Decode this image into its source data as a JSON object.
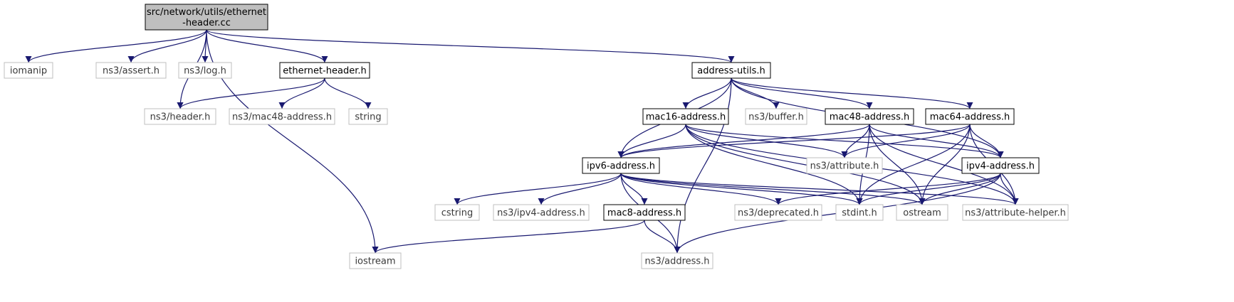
{
  "nodes": [
    {
      "id": "root",
      "lines": [
        "src/network/utils/ethernet",
        "-header.cc"
      ],
      "style": "root"
    },
    {
      "id": "iomanip",
      "lines": [
        "iomanip"
      ],
      "style": "external"
    },
    {
      "id": "ns3_assert",
      "lines": [
        "ns3/assert.h"
      ],
      "style": "external"
    },
    {
      "id": "ns3_log",
      "lines": [
        "ns3/log.h"
      ],
      "style": "external"
    },
    {
      "id": "ethernet_header_h",
      "lines": [
        "ethernet-header.h"
      ],
      "style": "internal"
    },
    {
      "id": "address_utils",
      "lines": [
        "address-utils.h"
      ],
      "style": "internal"
    },
    {
      "id": "ns3_header",
      "lines": [
        "ns3/header.h"
      ],
      "style": "external"
    },
    {
      "id": "ns3_mac48",
      "lines": [
        "ns3/mac48-address.h"
      ],
      "style": "external"
    },
    {
      "id": "string",
      "lines": [
        "string"
      ],
      "style": "external"
    },
    {
      "id": "mac16",
      "lines": [
        "mac16-address.h"
      ],
      "style": "internal"
    },
    {
      "id": "ns3_buffer",
      "lines": [
        "ns3/buffer.h"
      ],
      "style": "external"
    },
    {
      "id": "mac48",
      "lines": [
        "mac48-address.h"
      ],
      "style": "internal"
    },
    {
      "id": "mac64",
      "lines": [
        "mac64-address.h"
      ],
      "style": "internal"
    },
    {
      "id": "ipv6",
      "lines": [
        "ipv6-address.h"
      ],
      "style": "internal"
    },
    {
      "id": "ns3_attribute",
      "lines": [
        "ns3/attribute.h"
      ],
      "style": "external"
    },
    {
      "id": "ipv4",
      "lines": [
        "ipv4-address.h"
      ],
      "style": "internal"
    },
    {
      "id": "cstring",
      "lines": [
        "cstring"
      ],
      "style": "external"
    },
    {
      "id": "ns3_ipv4",
      "lines": [
        "ns3/ipv4-address.h"
      ],
      "style": "external"
    },
    {
      "id": "mac8",
      "lines": [
        "mac8-address.h"
      ],
      "style": "internal"
    },
    {
      "id": "ns3_deprecated",
      "lines": [
        "ns3/deprecated.h"
      ],
      "style": "external"
    },
    {
      "id": "stdint",
      "lines": [
        "stdint.h"
      ],
      "style": "external"
    },
    {
      "id": "ostream",
      "lines": [
        "ostream"
      ],
      "style": "external"
    },
    {
      "id": "ns3_attr_helper",
      "lines": [
        "ns3/attribute-helper.h"
      ],
      "style": "external"
    },
    {
      "id": "iostream",
      "lines": [
        "iostream"
      ],
      "style": "external"
    },
    {
      "id": "ns3_address",
      "lines": [
        "ns3/address.h"
      ],
      "style": "external"
    }
  ],
  "edges": [
    [
      "root",
      "iomanip"
    ],
    [
      "root",
      "ns3_assert"
    ],
    [
      "root",
      "ns3_log"
    ],
    [
      "root",
      "ethernet_header_h"
    ],
    [
      "root",
      "ns3_header"
    ],
    [
      "root",
      "iostream"
    ],
    [
      "root",
      "address_utils"
    ],
    [
      "ethernet_header_h",
      "ns3_header"
    ],
    [
      "ethernet_header_h",
      "ns3_mac48"
    ],
    [
      "ethernet_header_h",
      "string"
    ],
    [
      "address_utils",
      "ns3_address"
    ],
    [
      "address_utils",
      "ipv6"
    ],
    [
      "address_utils",
      "mac16"
    ],
    [
      "address_utils",
      "ns3_buffer"
    ],
    [
      "address_utils",
      "mac48"
    ],
    [
      "address_utils",
      "mac64"
    ],
    [
      "address_utils",
      "ipv4"
    ],
    [
      "mac16",
      "ipv6"
    ],
    [
      "mac16",
      "ns3_attribute"
    ],
    [
      "mac16",
      "ipv4"
    ],
    [
      "mac16",
      "stdint"
    ],
    [
      "mac16",
      "ostream"
    ],
    [
      "mac16",
      "ns3_attr_helper"
    ],
    [
      "mac48",
      "ipv6"
    ],
    [
      "mac48",
      "ns3_attribute"
    ],
    [
      "mac48",
      "ipv4"
    ],
    [
      "mac48",
      "stdint"
    ],
    [
      "mac48",
      "ostream"
    ],
    [
      "mac48",
      "ns3_attr_helper"
    ],
    [
      "mac64",
      "ipv6"
    ],
    [
      "mac64",
      "ns3_attribute"
    ],
    [
      "mac64",
      "ipv4"
    ],
    [
      "mac64",
      "stdint"
    ],
    [
      "mac64",
      "ostream"
    ],
    [
      "mac64",
      "ns3_attr_helper"
    ],
    [
      "ipv6",
      "cstring"
    ],
    [
      "ipv6",
      "ns3_ipv4"
    ],
    [
      "ipv6",
      "mac8"
    ],
    [
      "ipv6",
      "ns3_deprecated"
    ],
    [
      "ipv6",
      "stdint"
    ],
    [
      "ipv6",
      "ostream"
    ],
    [
      "ipv6",
      "ns3_attr_helper"
    ],
    [
      "ipv6",
      "ns3_address"
    ],
    [
      "ipv4",
      "ns3_deprecated"
    ],
    [
      "ipv4",
      "stdint"
    ],
    [
      "ipv4",
      "ostream"
    ],
    [
      "ipv4",
      "ns3_attr_helper"
    ],
    [
      "ipv4",
      "ns3_address"
    ],
    [
      "mac8",
      "iostream"
    ],
    [
      "mac8",
      "ns3_address"
    ]
  ],
  "colors": {
    "edge": "#191970",
    "root_fill": "#bfbfbf",
    "internal_border": "#000000",
    "external_border": "#bfbfbf",
    "external_text": "#3a3a3a",
    "text": "#000000"
  }
}
